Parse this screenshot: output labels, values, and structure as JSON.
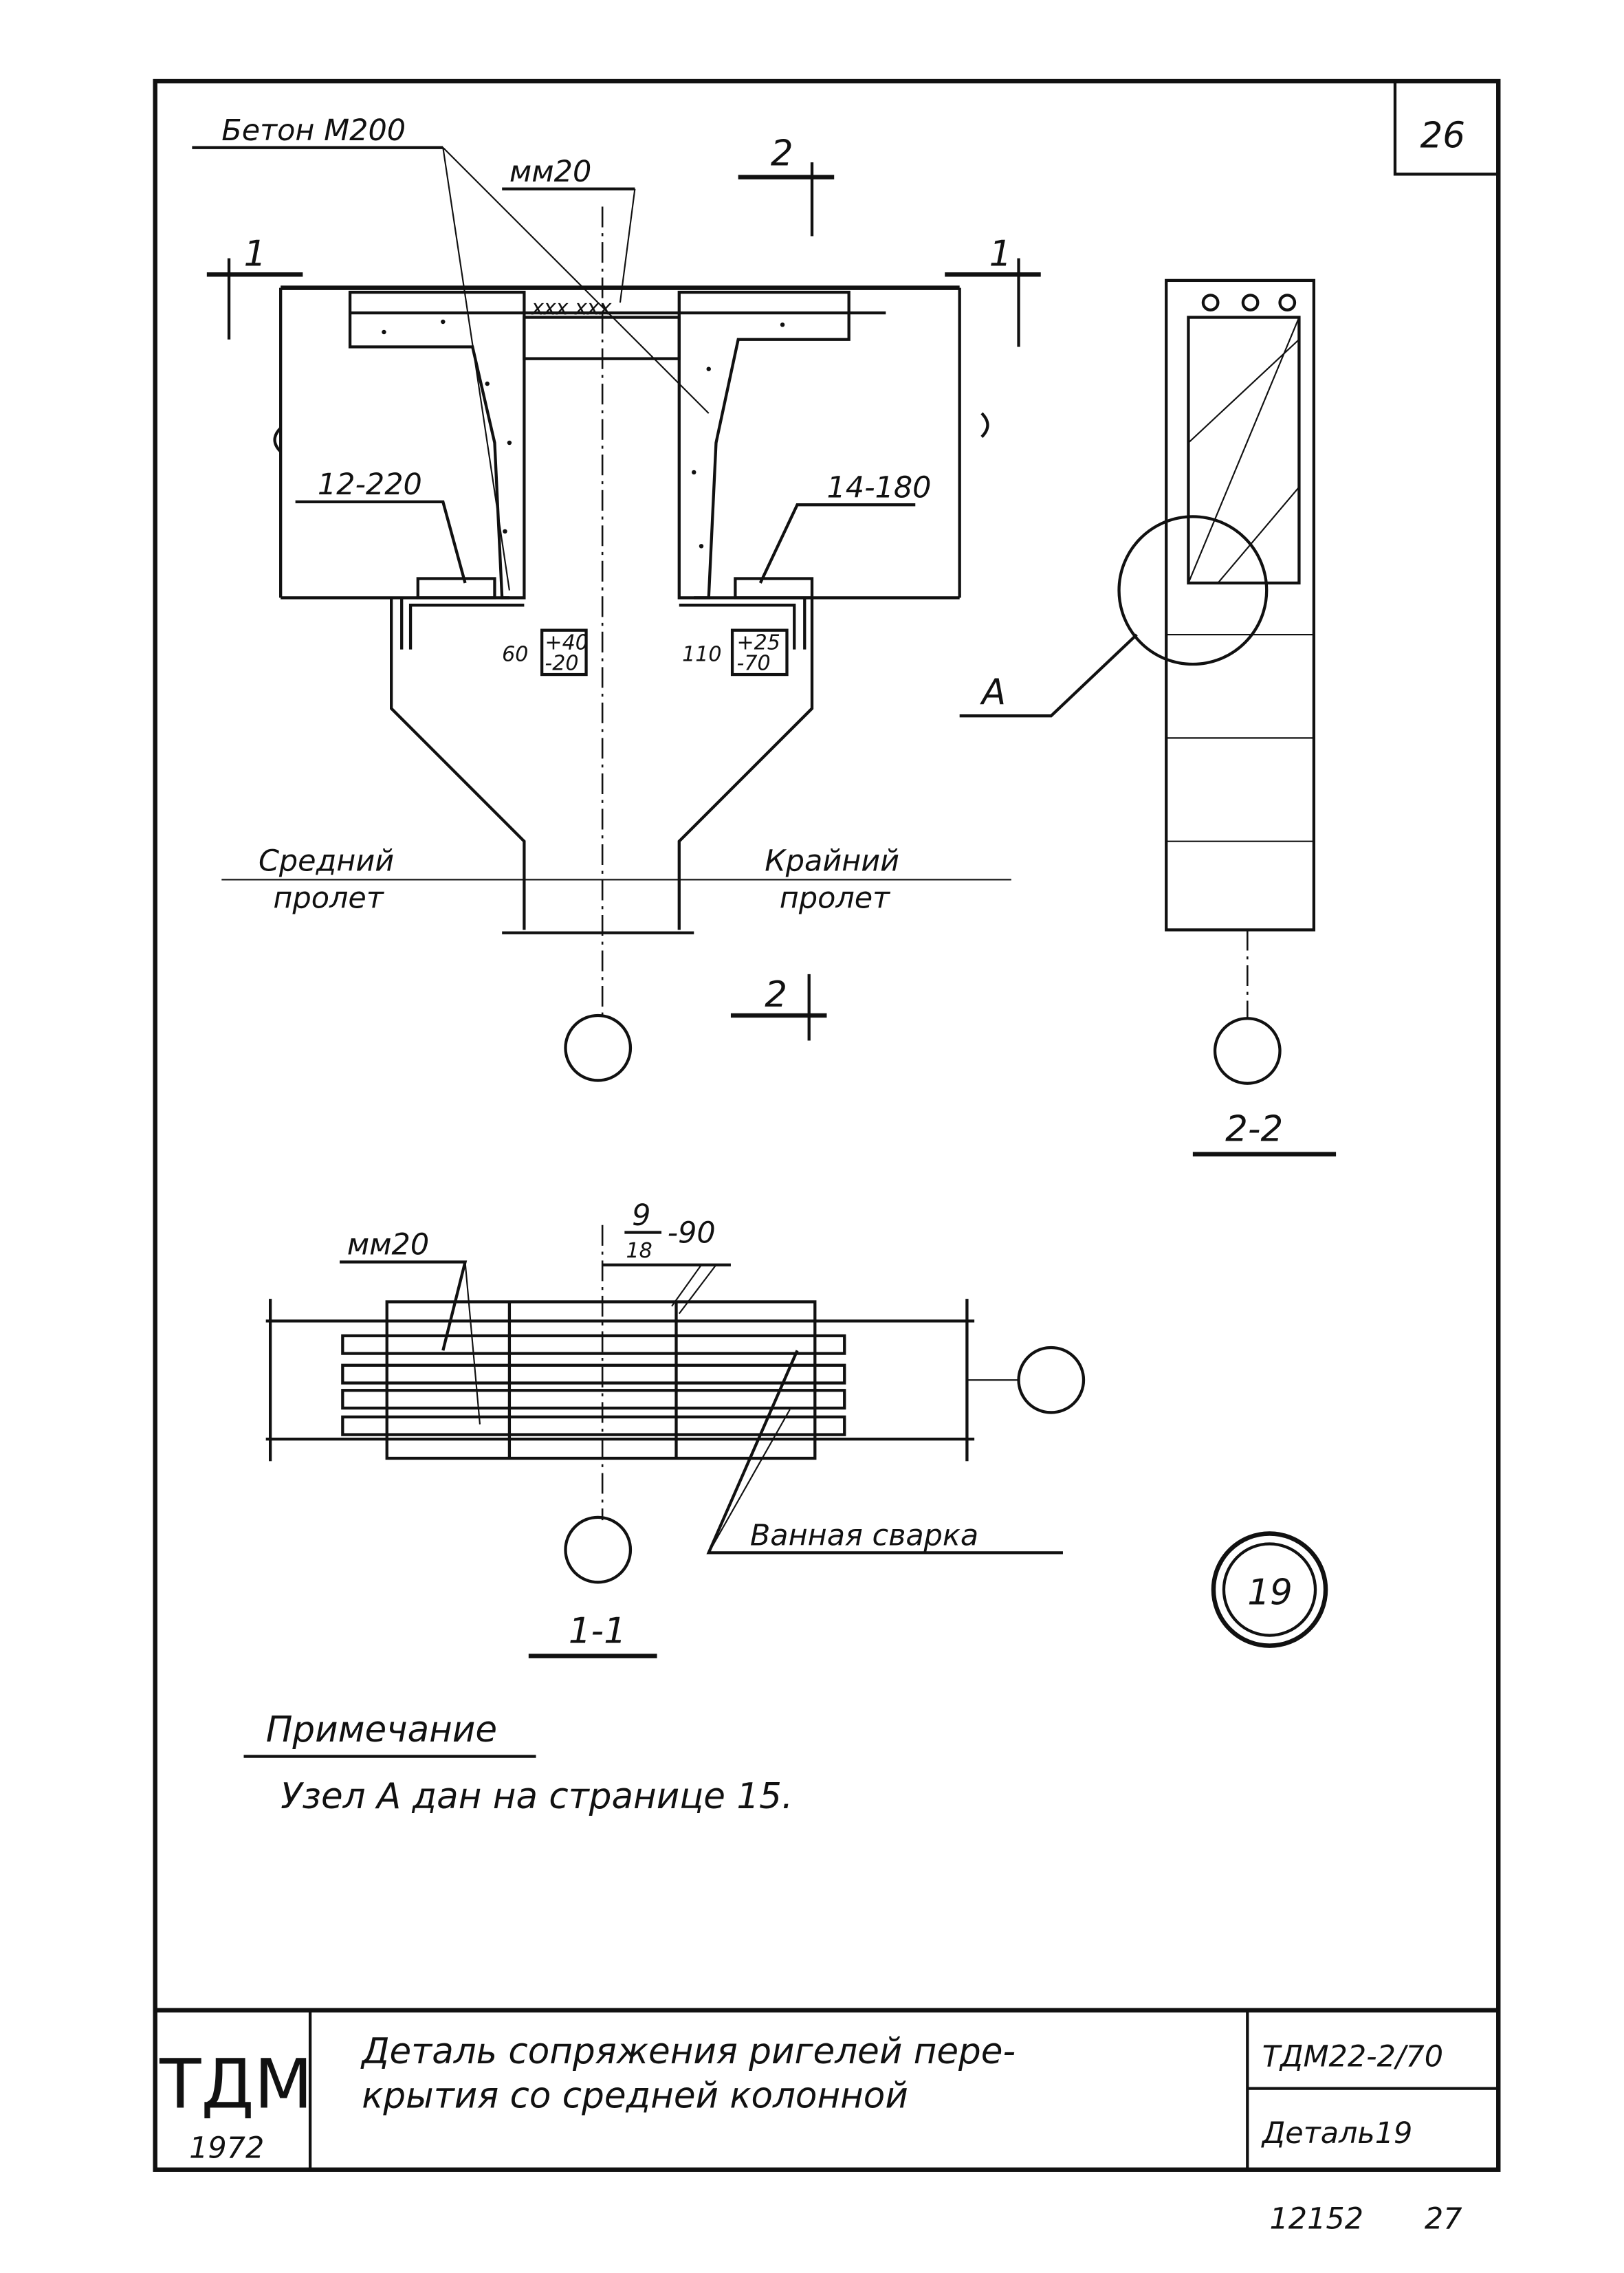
{
  "sheet": {
    "page_number": "26",
    "notes": {
      "heading": "Примечание",
      "text": "Узел А дан на странице 15."
    },
    "footer_numbers": [
      "12152",
      "27"
    ]
  },
  "elevation": {
    "concrete_label": "Бетон М200",
    "weld_label": "мм20",
    "section_1_mark": "1",
    "section_2_mark": "2",
    "left_bar_label": "12-220",
    "right_bar_label": "14-180",
    "left_dim": "60",
    "left_tolerance_top": "+40",
    "left_tolerance_bottom": "-20",
    "right_dim": "110",
    "right_tolerance_top": "+25",
    "right_tolerance_bottom": "-70",
    "left_span_line1": "Средний",
    "left_span_line2": "пролет",
    "right_span_line1": "Крайний",
    "right_span_line2": "пролет"
  },
  "section_2_2": {
    "title": "2-2",
    "node_label": "А"
  },
  "section_1_1": {
    "title": "1-1",
    "weld_label": "мм20",
    "bar_fraction_top": "9",
    "bar_fraction_bottom": "18",
    "bar_length": "-90",
    "bath_weld_label": "Ванная сварка"
  },
  "detail_badge": "19",
  "title_block": {
    "org": "ТДМ",
    "year": "1972",
    "title_line1": "Деталь сопряжения ригелей пере-",
    "title_line2": "крытия со средней колонной",
    "series": "ТДМ22-2/70",
    "detail": "Деталь19"
  }
}
